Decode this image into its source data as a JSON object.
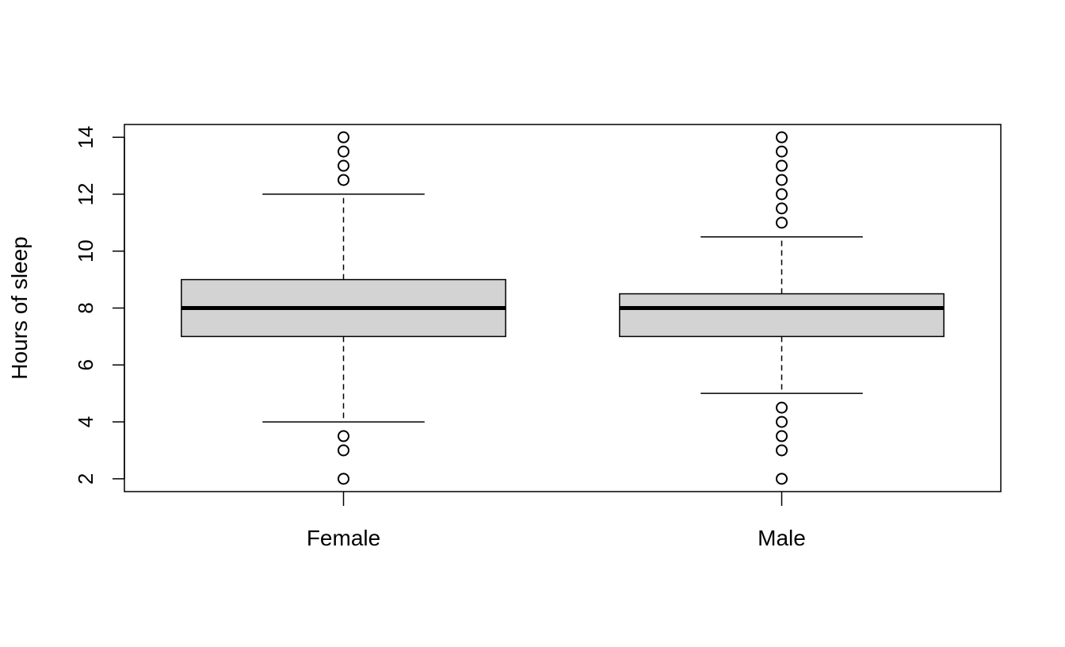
{
  "chart_data": {
    "type": "box",
    "title": "",
    "xlabel": "",
    "ylabel": "Hours of sleep",
    "ylim": [
      1.55,
      14.45
    ],
    "yticks": [
      2,
      4,
      6,
      8,
      10,
      12,
      14
    ],
    "grid": false,
    "categories": [
      "Female",
      "Male"
    ],
    "box_fill": "#d3d3d3",
    "boxes": [
      {
        "category": "Female",
        "whisker_low": 4,
        "q1": 7,
        "median": 8,
        "q3": 9,
        "whisker_high": 12,
        "outliers": [
          2,
          3,
          3.5,
          12.5,
          13,
          13.5,
          14
        ]
      },
      {
        "category": "Male",
        "whisker_low": 5,
        "q1": 7,
        "median": 8,
        "q3": 8.5,
        "whisker_high": 10.5,
        "outliers": [
          2,
          3,
          3.5,
          4,
          4.5,
          11,
          11.5,
          12,
          12.5,
          13,
          13.5,
          14
        ]
      }
    ]
  }
}
